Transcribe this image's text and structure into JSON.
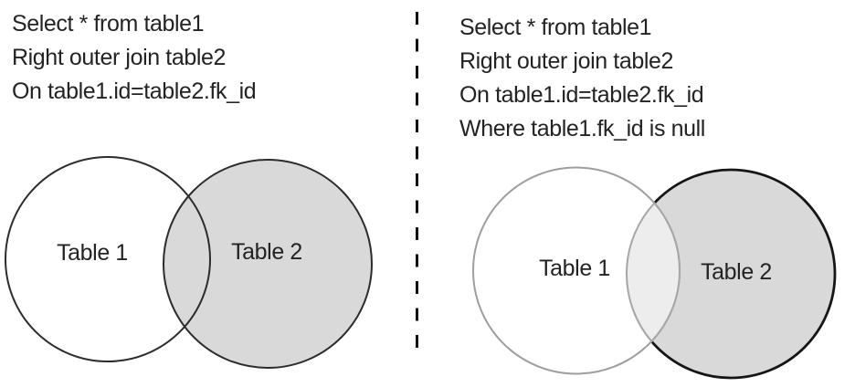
{
  "figure": {
    "description": "Venn diagrams illustrating a SQL right outer join (left) and a right outer join excluding matched rows (right)",
    "panels": [
      {
        "sql": [
          "Select * from table1",
          "Right outer join table2",
          "On table1.id=table2.fk_id"
        ],
        "circle1_label": "Table 1",
        "circle2_label": "Table 2",
        "shaded_region": "table2 including intersection"
      },
      {
        "sql": [
          "Select * from table1",
          "Right outer join table2",
          "On table1.id=table2.fk_id",
          "Where table1.fk_id is null"
        ],
        "circle1_label": "Table 1",
        "circle2_label": "Table 2",
        "shaded_region": "table2 excluding intersection (intersection lightly shaded)"
      }
    ]
  },
  "colors": {
    "background": "#ffffff",
    "text": "#232323",
    "shaded_fill": "#d9d9d9",
    "intersection_light_fill": "#ededed",
    "dark_stroke": "#2c2c2c",
    "heavy_stroke": "#161616",
    "light_stroke": "#9e9e9e",
    "divider": "#111111"
  }
}
